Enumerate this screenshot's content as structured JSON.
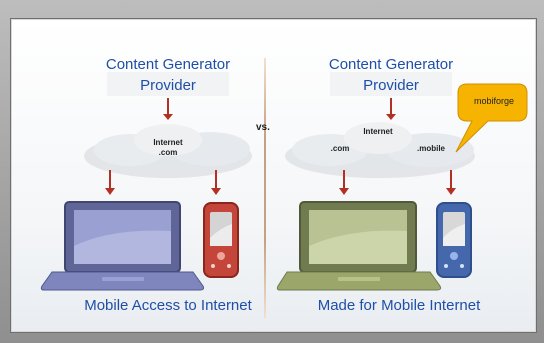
{
  "left": {
    "title_line1": "Content Generator",
    "title_line2": "Provider",
    "cloud_line1": "Internet",
    "cloud_line2": ".com",
    "caption": "Mobile Access to Internet"
  },
  "right": {
    "title_line1": "Content Generator",
    "title_line2": "Provider",
    "cloud_top": "Internet",
    "cloud_left": ".com",
    "cloud_right": ".mobile",
    "caption": "Made for Mobile Internet",
    "callout": "mobiforge"
  },
  "separator": "vs.",
  "colors": {
    "accent": "#1f4fa8",
    "arrow": "#c0392b",
    "callout": "#f6b400",
    "laptop_left": "#7f86bd",
    "laptop_right": "#9aa66a",
    "phone_left": "#d84e3f",
    "phone_right": "#4f73b8"
  },
  "icons": [
    "cloud-icon",
    "arrow-down-icon",
    "laptop-icon",
    "mobile-phone-icon",
    "speech-bubble-icon"
  ]
}
